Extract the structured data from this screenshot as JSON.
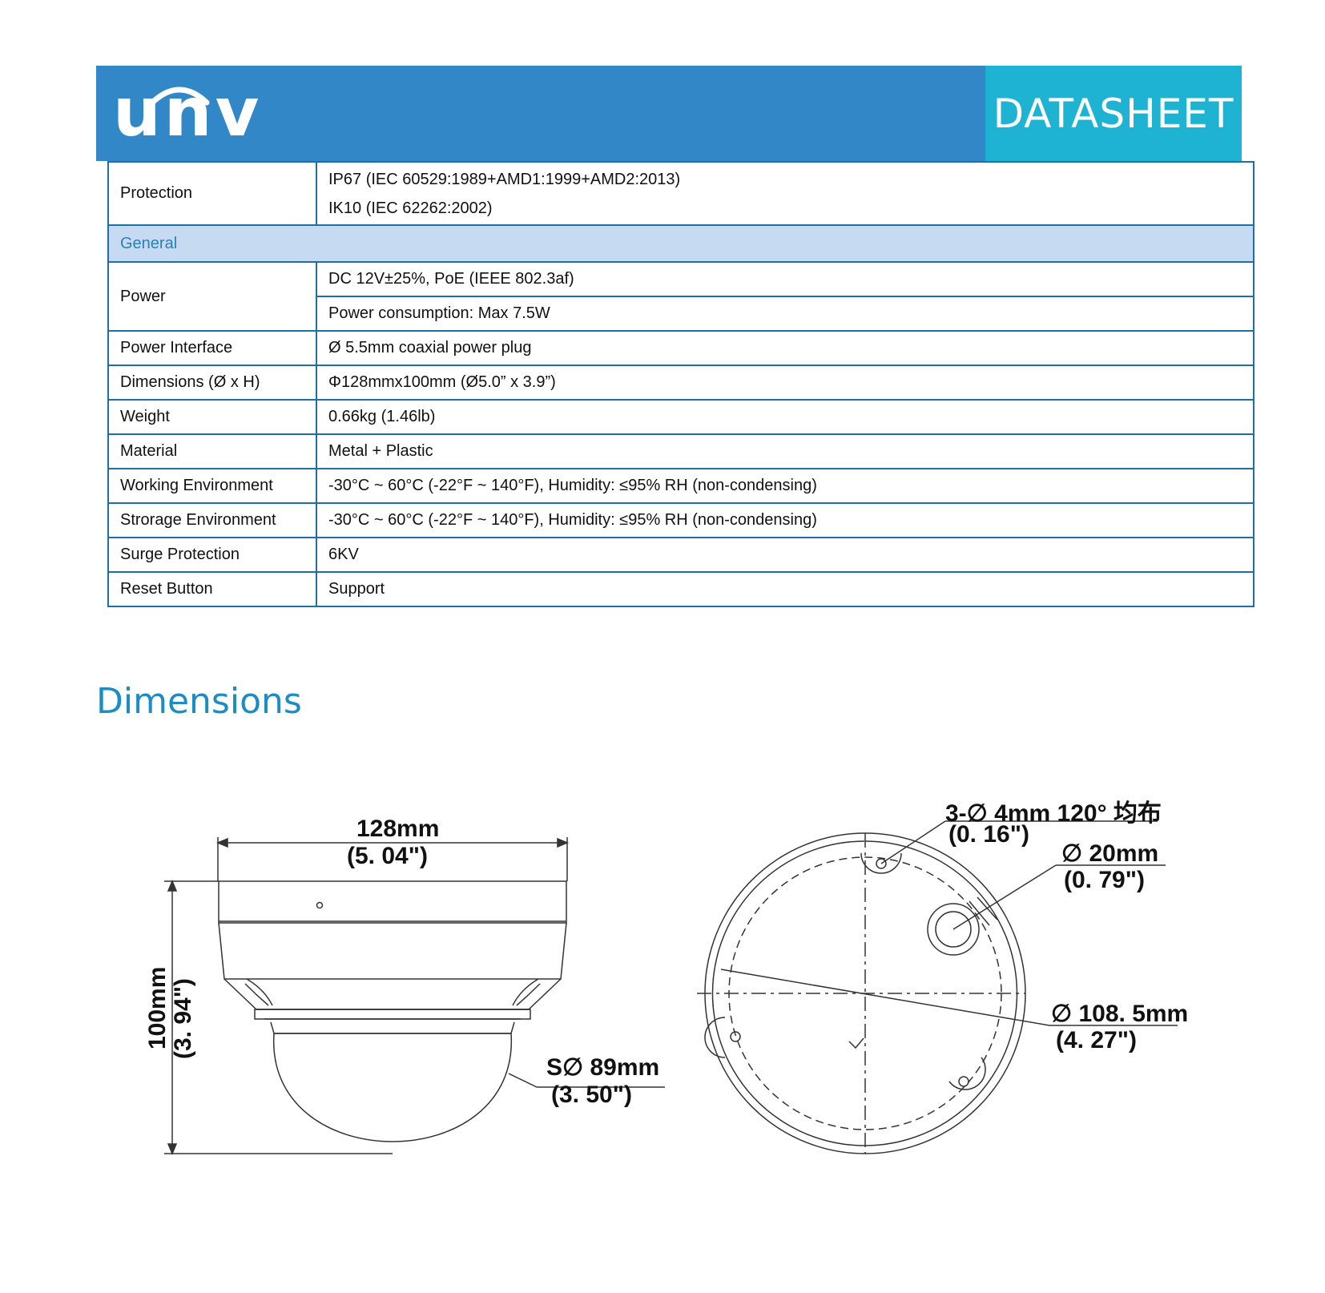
{
  "header": {
    "logo_text": "unv",
    "tag": "DATASHEET"
  },
  "table": {
    "rows": [
      {
        "label": "Protection",
        "values": [
          "IP67 (IEC 60529:1989+AMD1:1999+AMD2:2013)",
          "IK10 (IEC 62262:2002)"
        ]
      },
      {
        "section": "General"
      },
      {
        "label": "Power",
        "values": [
          "DC 12V±25%, PoE (IEEE 802.3af)",
          "Power consumption: Max 7.5W"
        ]
      },
      {
        "label": "Power Interface",
        "values": [
          "Ø 5.5mm coaxial power plug"
        ]
      },
      {
        "label": "Dimensions (Ø x H)",
        "values": [
          "Φ128mmx100mm (Ø5.0” x 3.9”)"
        ]
      },
      {
        "label": "Weight",
        "values": [
          "0.66kg (1.46lb)"
        ]
      },
      {
        "label": "Material",
        "values": [
          "Metal + Plastic"
        ]
      },
      {
        "label": "Working Environment",
        "values": [
          "-30°C ~ 60°C (-22°F ~ 140°F), Humidity: ≤95% RH (non-condensing)"
        ]
      },
      {
        "label": "Strorage Environment",
        "values": [
          "-30°C ~ 60°C (-22°F ~ 140°F), Humidity: ≤95% RH (non-condensing)"
        ]
      },
      {
        "label": "Surge Protection",
        "values": [
          "6KV"
        ]
      },
      {
        "label": "Reset Button",
        "values": [
          "Support"
        ]
      }
    ]
  },
  "dimensions": {
    "title": "Dimensions",
    "side_view": {
      "width_mm": "128mm",
      "width_in": "(5. 04\")",
      "height_mm": "100mm",
      "height_in": "(3. 94\")",
      "dome_mm": "S∅ 89mm",
      "dome_in": "(3. 50\")"
    },
    "bottom_view": {
      "holes_mm": "3-∅ 4mm  120° 均布",
      "holes_in": "(0. 16\")",
      "port_mm": "∅ 20mm",
      "port_in": "(0. 79\")",
      "pcd_mm": "∅ 108. 5mm",
      "pcd_in": "(4. 27\")"
    }
  }
}
